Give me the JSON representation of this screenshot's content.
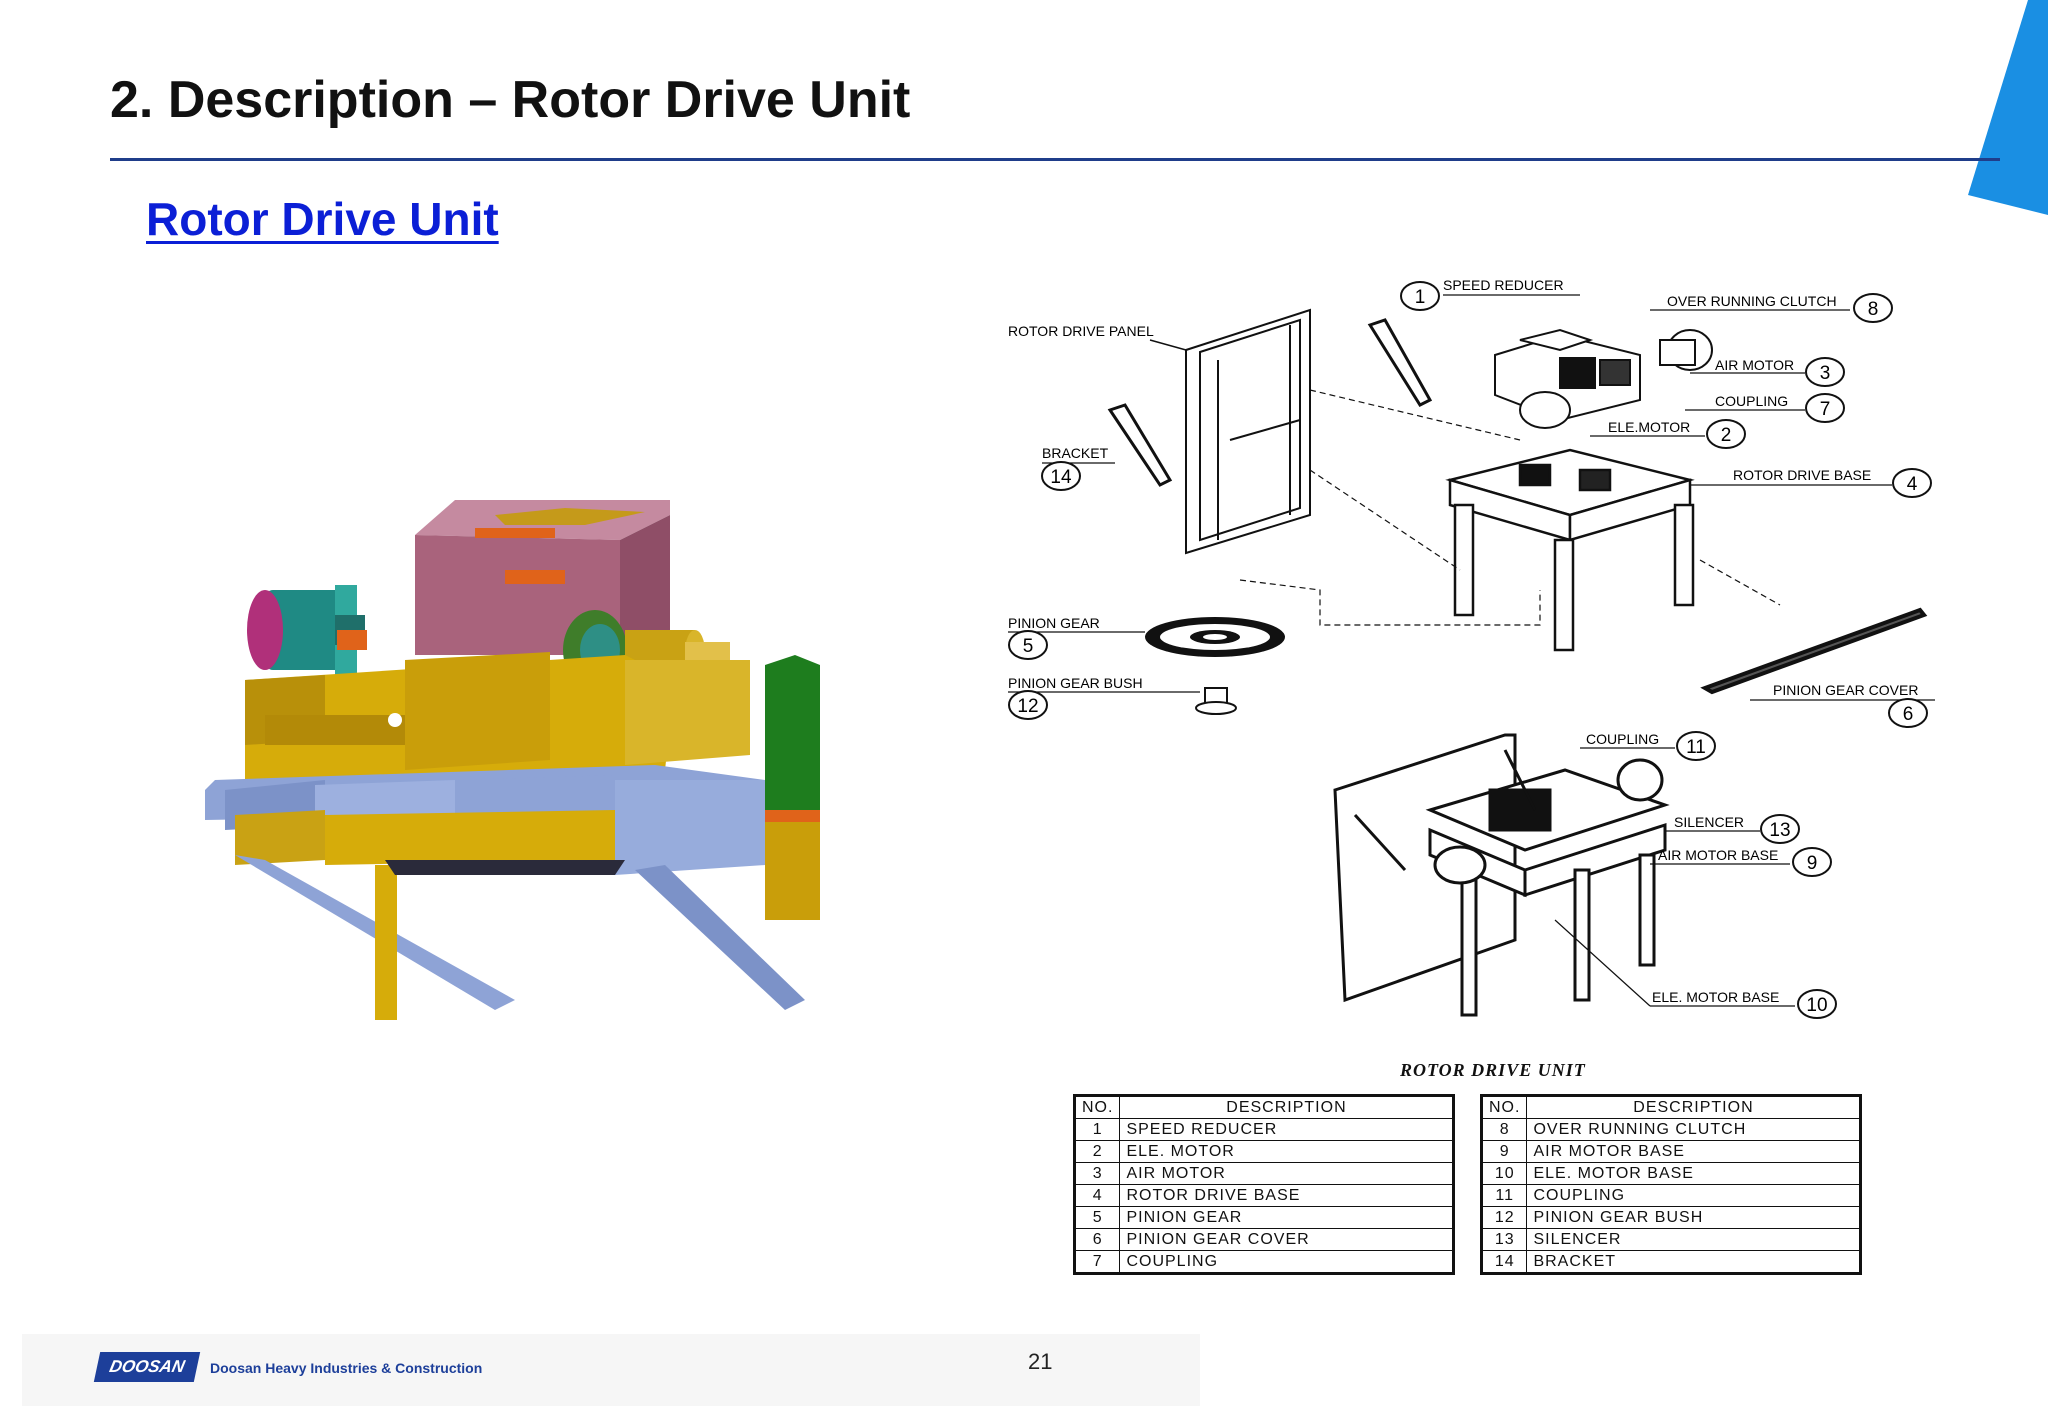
{
  "header": {
    "title": "2. Description – Rotor Drive Unit",
    "accent_color": "#1f3d8a",
    "corner_color": "#1a8fe3"
  },
  "section": {
    "subtitle": "Rotor Drive Unit",
    "link_color": "#0b1fd6"
  },
  "render_3d": {
    "colors": {
      "housing": "#b06a82",
      "frame_yellow": "#d6ac0a",
      "frame_blue": "#8ea3d6",
      "motor_teal": "#1f8a84",
      "column_green": "#1e7d1e",
      "accent_orange": "#e0631a"
    }
  },
  "diagram": {
    "callouts": [
      {
        "num": "1",
        "label": "SPEED REDUCER"
      },
      {
        "num": "8",
        "label": "OVER RUNNING CLUTCH"
      },
      {
        "num": "3",
        "label": "AIR MOTOR"
      },
      {
        "num": "7",
        "label": "COUPLING"
      },
      {
        "num": "2",
        "label": "ELE.MOTOR"
      },
      {
        "num": "4",
        "label": "ROTOR DRIVE BASE"
      },
      {
        "num": "5",
        "label": "PINION GEAR"
      },
      {
        "num": "12",
        "label": "PINION GEAR BUSH"
      },
      {
        "num": "14",
        "label": "BRACKET"
      },
      {
        "num": "6",
        "label": "PINION GEAR COVER"
      },
      {
        "num": "11",
        "label": "COUPLING"
      },
      {
        "num": "13",
        "label": "SILENCER"
      },
      {
        "num": "9",
        "label": "AIR MOTOR BASE"
      },
      {
        "num": "10",
        "label": "ELE. MOTOR BASE"
      }
    ],
    "panel_label": "ROTOR DRIVE PANEL",
    "caption": "ROTOR DRIVE UNIT"
  },
  "parts_table": {
    "col_no": "NO.",
    "col_desc": "DESCRIPTION",
    "left_rows": [
      {
        "no": "1",
        "desc": "SPEED REDUCER"
      },
      {
        "no": "2",
        "desc": "ELE. MOTOR"
      },
      {
        "no": "3",
        "desc": "AIR MOTOR"
      },
      {
        "no": "4",
        "desc": "ROTOR DRIVE BASE"
      },
      {
        "no": "5",
        "desc": "PINION GEAR"
      },
      {
        "no": "6",
        "desc": "PINION GEAR COVER"
      },
      {
        "no": "7",
        "desc": "COUPLING"
      }
    ],
    "right_rows": [
      {
        "no": "8",
        "desc": "OVER RUNNING CLUTCH"
      },
      {
        "no": "9",
        "desc": "AIR MOTOR BASE"
      },
      {
        "no": "10",
        "desc": "ELE. MOTOR BASE"
      },
      {
        "no": "11",
        "desc": "COUPLING"
      },
      {
        "no": "12",
        "desc": "PINION GEAR BUSH"
      },
      {
        "no": "13",
        "desc": "SILENCER"
      },
      {
        "no": "14",
        "desc": "BRACKET"
      }
    ]
  },
  "footer": {
    "logo_text": "DOOSAN",
    "company": "Doosan Heavy Industries & Construction",
    "page_number": "21",
    "logo_color": "#1d3f9a"
  }
}
